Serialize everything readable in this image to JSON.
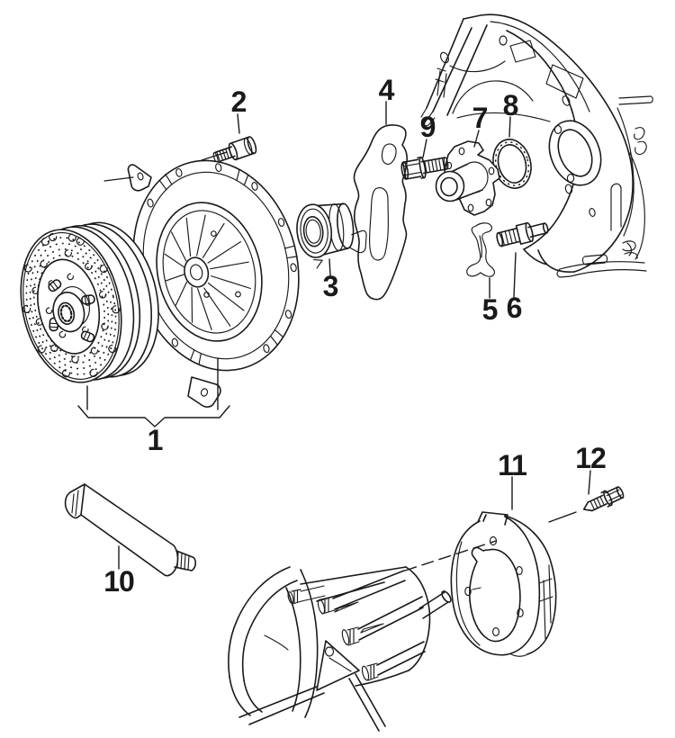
{
  "diagram": {
    "background": "#ffffff",
    "line_color": "#1a1a1a",
    "callouts": [
      {
        "label": "1"
      },
      {
        "label": "2"
      },
      {
        "label": "3"
      },
      {
        "label": "4"
      },
      {
        "label": "5"
      },
      {
        "label": "6"
      },
      {
        "label": "7"
      },
      {
        "label": "8"
      },
      {
        "label": "9"
      },
      {
        "label": "10"
      },
      {
        "label": "11"
      },
      {
        "label": "12"
      }
    ]
  }
}
